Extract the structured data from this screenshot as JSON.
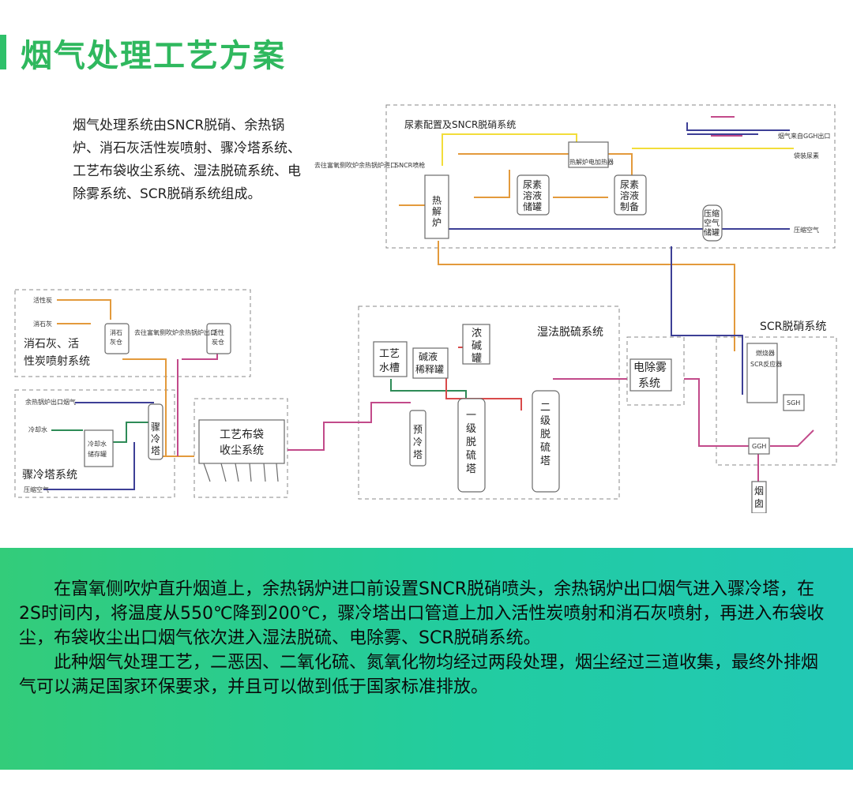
{
  "header": {
    "title": "烟气处理工艺方案"
  },
  "intro": "烟气处理系统由SNCR脱硝、余热锅炉、消石灰活性炭喷射、骤冷塔系统、工艺布袋收尘系统、湿法脱硫系统、电除雾系统、SCR脱硝系统组成。",
  "diagram": {
    "sncr_system": {
      "title": "尿素配置及SNCR脱硝系统",
      "to_boiler": "去往富氧侧吹炉余热锅炉进口",
      "sncr_spray": "SNCR喷枪",
      "heat_furnace": [
        "热",
        "解",
        "炉"
      ],
      "heater": "热解炉电加热器",
      "urea_storage": [
        "尿素",
        "溶液",
        "储罐"
      ],
      "urea_prep": [
        "尿素",
        "溶液",
        "制备"
      ],
      "air_tank": [
        "压缩",
        "空气",
        "储罐"
      ],
      "flue_from_ggh": "烟气来自GGH出口",
      "bagged_urea": "袋装尿素",
      "compressed_air": "压缩空气"
    },
    "lime_system": {
      "title": [
        "消石灰、活",
        "性炭喷射系统"
      ],
      "activated_carbon": "活性炭",
      "lime": "消石灰",
      "lime_silo": [
        "消石",
        "灰仓"
      ],
      "carbon_silo": [
        "活性",
        "炭仓"
      ],
      "to_quench": "去往富氧侧吹炉余热锅炉出口"
    },
    "quench_system": {
      "title": "骤冷塔系统",
      "boiler_flue": "余热锅炉出口烟气",
      "cooling_water": "冷却水",
      "water_tank": [
        "冷却水",
        "储存罐"
      ],
      "tower": [
        "骤",
        "冷",
        "塔"
      ],
      "compressed_air": "压缩空气"
    },
    "bag_filter": [
      "工艺布袋",
      "收尘系统"
    ],
    "wet_fgd": {
      "title": "湿法脱硫系统",
      "water_tank": [
        "工艺",
        "水槽"
      ],
      "alkali_tank": [
        "碱液",
        "稀释罐"
      ],
      "conc_alkali": [
        "浓",
        "碱",
        "罐"
      ],
      "pre_cool": [
        "预",
        "冷",
        "塔"
      ],
      "tower1": [
        "一",
        "级",
        "脱",
        "硫",
        "塔"
      ],
      "tower2": [
        "二",
        "级",
        "脱",
        "硫",
        "塔"
      ]
    },
    "esp": [
      "电除雾",
      "系统"
    ],
    "scr_system": {
      "title": "SCR脱硝系统",
      "ggh": "GGH",
      "sgh": "SGH",
      "stack": [
        "烟",
        "囱"
      ],
      "reactor": "SCR反应器",
      "burner": "燃烧器"
    }
  },
  "footer": {
    "p1": "在富氧侧吹炉直升烟道上，余热锅炉进口前设置SNCR脱硝喷头，余热锅炉出口烟气进入骤冷塔，在2S时间内，将温度从550℃降到200℃，骤冷塔出口管道上加入活性炭喷射和消石灰喷射，再进入布袋收尘，布袋收尘出口烟气依次进入湿法脱硫、电除雾、SCR脱硝系统。",
    "p2": "此种烟气处理工艺，二恶因、二氧化硫、氮氧化物均经过两段处理，烟尘经过三道收集，最终外排烟气可以满足国家环保要求，并且可以做到低于国家标准排放。"
  },
  "colors": {
    "accent": "#2fb85e",
    "flue": "#e39a3c",
    "urea": "#f2dd3a",
    "air": "#3d3f96",
    "water": "#2e8b57",
    "alkali": "#d94a4a",
    "gas": "#c24a8a"
  }
}
